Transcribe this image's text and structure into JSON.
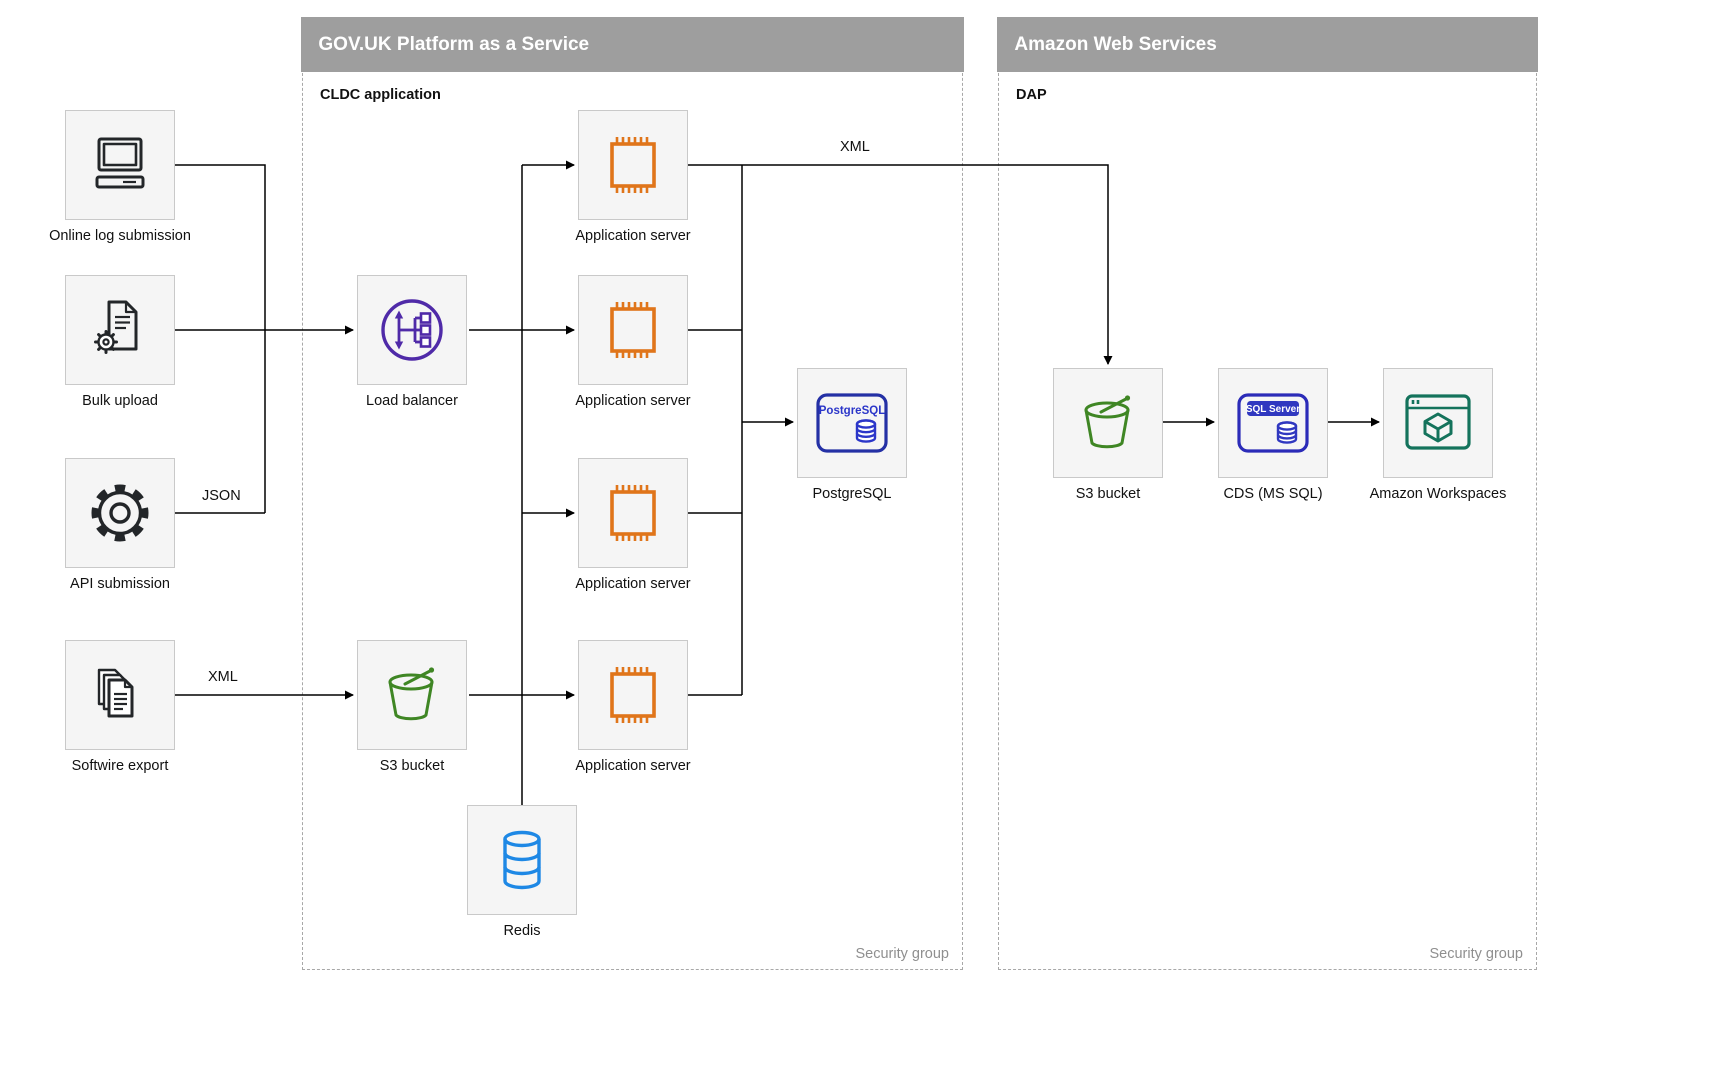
{
  "colors": {
    "header_bg": "#9e9e9e",
    "header_text": "#ffffff",
    "node_bg": "#f5f5f5",
    "node_border": "#c9c9c9",
    "ink": "#232629",
    "app_server_orange": "#e0751a",
    "load_balancer_purple": "#4f2aa8",
    "bucket_green": "#3f8624",
    "redis_blue": "#1e88e5",
    "postgres_navy": "#2b36c9",
    "sqlserver_blue": "#3038c0",
    "workspaces_teal": "#14735c",
    "edge_line": "#000000",
    "muted_text": "#8f8f8f"
  },
  "containers": {
    "paas": {
      "title": "GOV.UK Platform as a Service",
      "sublabel": "CLDC application",
      "footer": "Security group"
    },
    "aws": {
      "title": "Amazon Web Services",
      "sublabel": "DAP",
      "footer": "Security group"
    }
  },
  "nodes": {
    "online_log": {
      "label": "Online log submission"
    },
    "bulk_upload": {
      "label": "Bulk upload"
    },
    "api_submission": {
      "label": "API submission"
    },
    "softwire_export": {
      "label": "Softwire export"
    },
    "load_balancer": {
      "label": "Load balancer"
    },
    "app_server_1": {
      "label": "Application server"
    },
    "app_server_2": {
      "label": "Application server"
    },
    "app_server_3": {
      "label": "Application server"
    },
    "app_server_4": {
      "label": "Application server"
    },
    "postgresql": {
      "label": "PostgreSQL",
      "icon_text": "PostgreSQL"
    },
    "s3_paas": {
      "label": "S3 bucket"
    },
    "redis": {
      "label": "Redis"
    },
    "s3_aws": {
      "label": "S3 bucket"
    },
    "cds": {
      "label": "CDS (MS SQL)",
      "icon_text": "SQL Server"
    },
    "workspaces": {
      "label": "Amazon Workspaces"
    }
  },
  "edge_labels": {
    "json": "JSON",
    "xml_export": "XML",
    "xml_transfer": "XML"
  }
}
